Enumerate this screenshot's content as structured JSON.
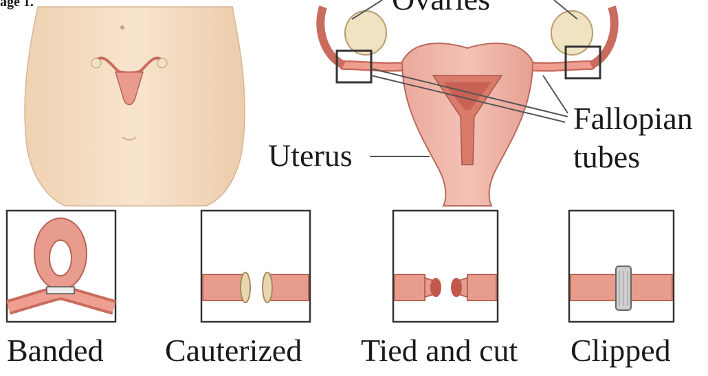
{
  "figure_tag": "age 1.",
  "anatomy_labels": {
    "ovaries": "Ovaries",
    "fallopian_tubes_line1": "Fallopian",
    "fallopian_tubes_line2": "tubes",
    "uterus": "Uterus"
  },
  "methods": [
    {
      "label": "Banded"
    },
    {
      "label": "Cauterized"
    },
    {
      "label": "Tied and cut"
    },
    {
      "label": "Clipped"
    }
  ],
  "colors": {
    "skin": "#f3d9bd",
    "tissue": "#e79c8e",
    "tissue_dark": "#c96c5e",
    "ovary": "#efe3c2",
    "outline": "#333333"
  }
}
